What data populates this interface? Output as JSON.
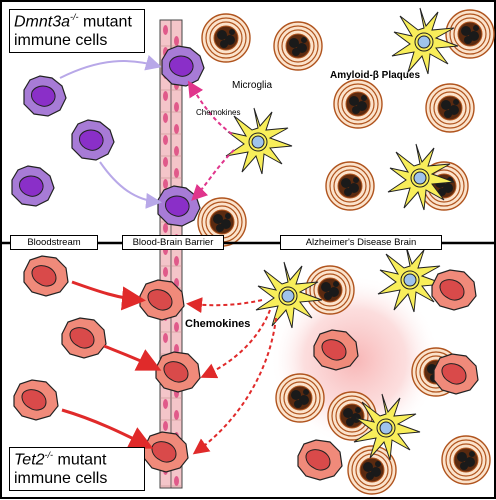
{
  "top_panel": {
    "mutation_gene": "Dmnt3a",
    "mutation_superscript": "-/-",
    "mutation_word": " mutant",
    "cells_label": "immune cells",
    "microglia_label": "Microglia",
    "plaques_label": "Amyloid-β Plaques",
    "chemokines_label": "Chemokines",
    "cell_color": "#a77bd6",
    "nucleus_color": "#8a2fc8",
    "arrow_color": "#b8a8e8",
    "chemokine_arrow_color": "#e0358c"
  },
  "divider_labels": {
    "bloodstream": "Bloodstream",
    "bbb": "Blood-Brain Barrier",
    "ad_brain": "Alzheimer's Disease Brain"
  },
  "bottom_panel": {
    "mutation_gene": "Tet2",
    "mutation_superscript": "-/-",
    "mutation_word": " mutant",
    "cells_label": "immune cells",
    "chemokines_label": "Chemokines",
    "cell_color": "#f08a7a",
    "nucleus_color": "#d94a4a",
    "arrow_color": "#e02a2a",
    "inflammation_color": "#f27a7a"
  },
  "colors": {
    "microglia": "#f8ee5a",
    "microglia_nucleus": "#9fc3ec",
    "plaque_ring": "#b0541e",
    "plaque_core": "#1a1a1a",
    "endothelium": "#f4c5c9",
    "endothelium_nucleus": "#e05a8a"
  }
}
